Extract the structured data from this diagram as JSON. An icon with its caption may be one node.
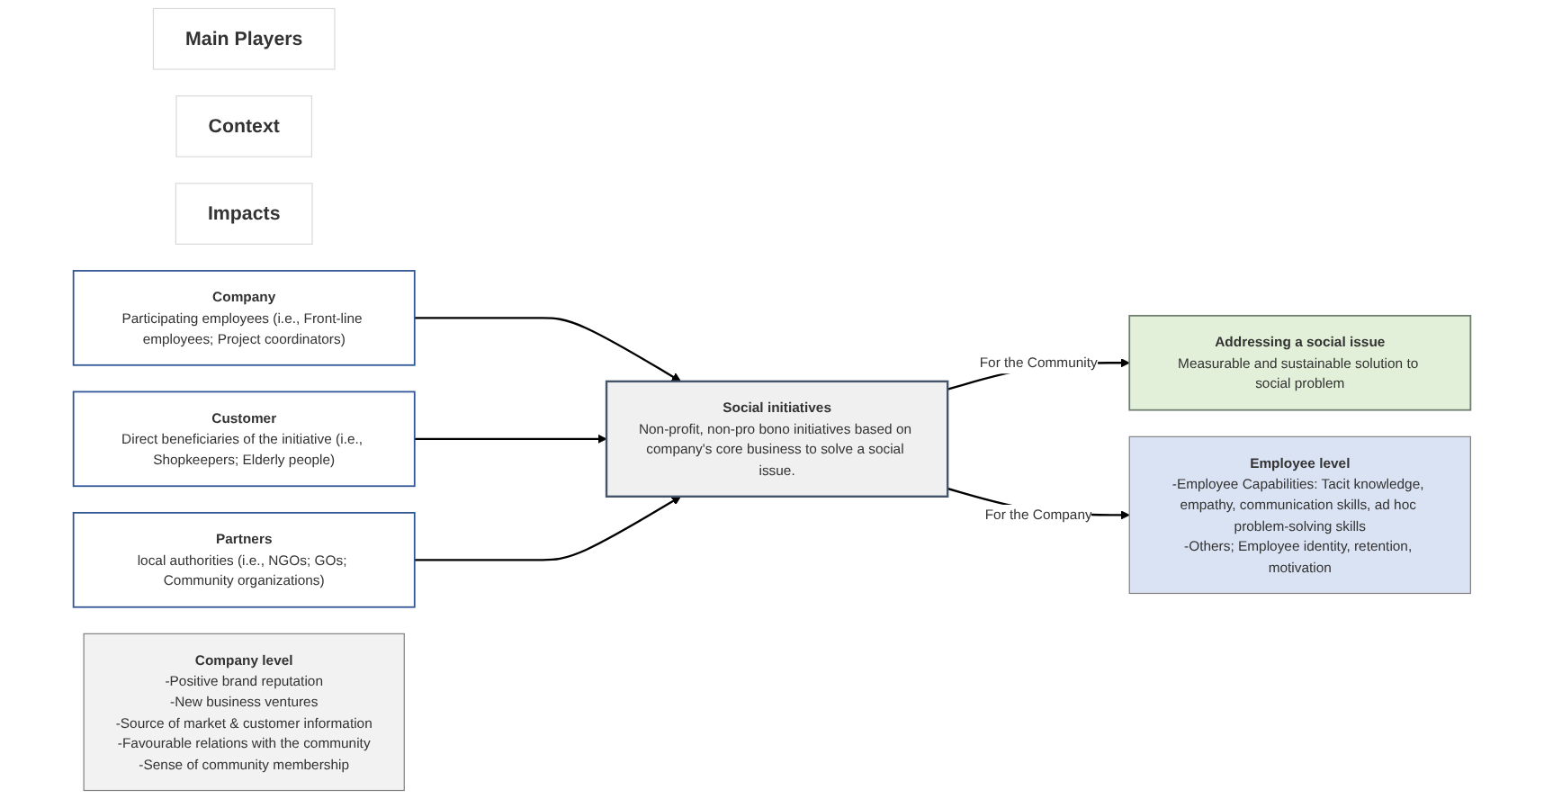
{
  "diagram": {
    "nodes": [
      {
        "text": [
          "Main Players"
        ]
      },
      {
        "text": [
          "Context"
        ]
      },
      {
        "text": [
          "Impacts"
        ]
      },
      {
        "text": [
          "Company",
          "Participating employees (i.e., Front-line employees; Project coordinators)"
        ]
      },
      {
        "text": [
          "Customer",
          "Direct beneficiaries of the initiative (i.e., Shopkeepers; Elderly people)"
        ]
      },
      {
        "text": [
          "Partners",
          "local authorities (i.e., NGOs; GOs; Community organizations)"
        ]
      },
      {
        "text": [
          "Social initiatives",
          "Non-profit, non-pro bono initiatives based on company's core business to solve a social issue."
        ]
      },
      {
        "text": [
          "Addressing a social issue",
          "Measurable and sustainable solution to social problem"
        ]
      },
      {
        "text": [
          "Company level",
          "-Positive brand reputation",
          "-New business ventures",
          "-Source of market & customer information",
          "-Favourable relations with the community",
          "-Sense of community membership"
        ]
      },
      {
        "text": [
          "Employee level",
          "-Employee Capabilities: Tacit knowledge, empathy, communication skills, ad hoc problem-solving skills",
          "-Others; Employee identity, retention, motivation"
        ]
      }
    ],
    "edges": [
      {
        "from": 3,
        "to": 6,
        "arrow": "to"
      },
      {
        "from": 4,
        "to": 6,
        "arrow": "to"
      },
      {
        "from": 5,
        "to": 6,
        "arrow": "to"
      },
      {
        "from": 6,
        "to": 7,
        "arrow": "to",
        "label": "For the Community"
      },
      {
        "from": 6,
        "to": 9,
        "arrow": "to",
        "label": "For the Company"
      }
    ]
  }
}
